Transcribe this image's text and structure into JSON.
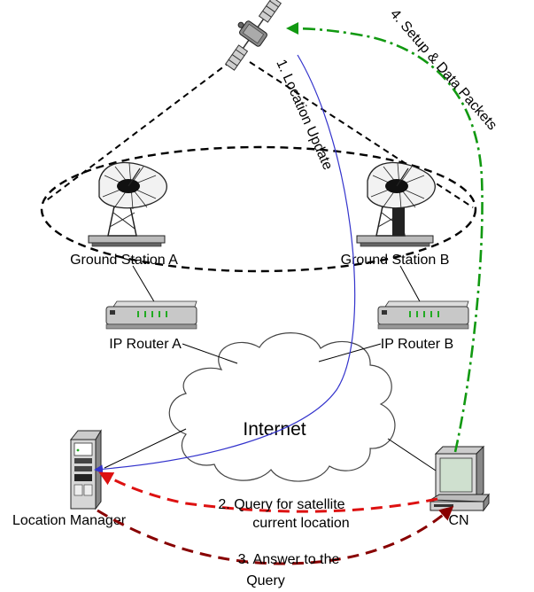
{
  "nodes": {
    "satellite": {
      "icon": "satellite-icon"
    },
    "ground_station_a": {
      "label": "Ground Station A",
      "icon": "satellite-dish-icon"
    },
    "ground_station_b": {
      "label": "Ground Station B",
      "icon": "satellite-dish-icon"
    },
    "router_a": {
      "label": "IP Router A",
      "icon": "router-icon"
    },
    "router_b": {
      "label": "IP Router B",
      "icon": "router-icon"
    },
    "internet": {
      "label": "Internet",
      "icon": "cloud-icon"
    },
    "location_manager": {
      "label": "Location Manager",
      "icon": "server-icon"
    },
    "cn": {
      "label": "CN",
      "icon": "computer-icon"
    }
  },
  "flows": [
    {
      "id": "location_update",
      "label": "1. Location Update",
      "color": "#3333cc",
      "style": "solid"
    },
    {
      "id": "query",
      "label_line1": "2. Query for satellite",
      "label_line2": "current location",
      "color": "#dd1111",
      "style": "dashed"
    },
    {
      "id": "answer",
      "label_line1": "3. Answer to the",
      "label_line2": "Query",
      "color": "#880000",
      "style": "dashed"
    },
    {
      "id": "setup_data",
      "label": "4. Setup & Data Packets",
      "color": "#119911",
      "style": "dash-dot"
    }
  ]
}
